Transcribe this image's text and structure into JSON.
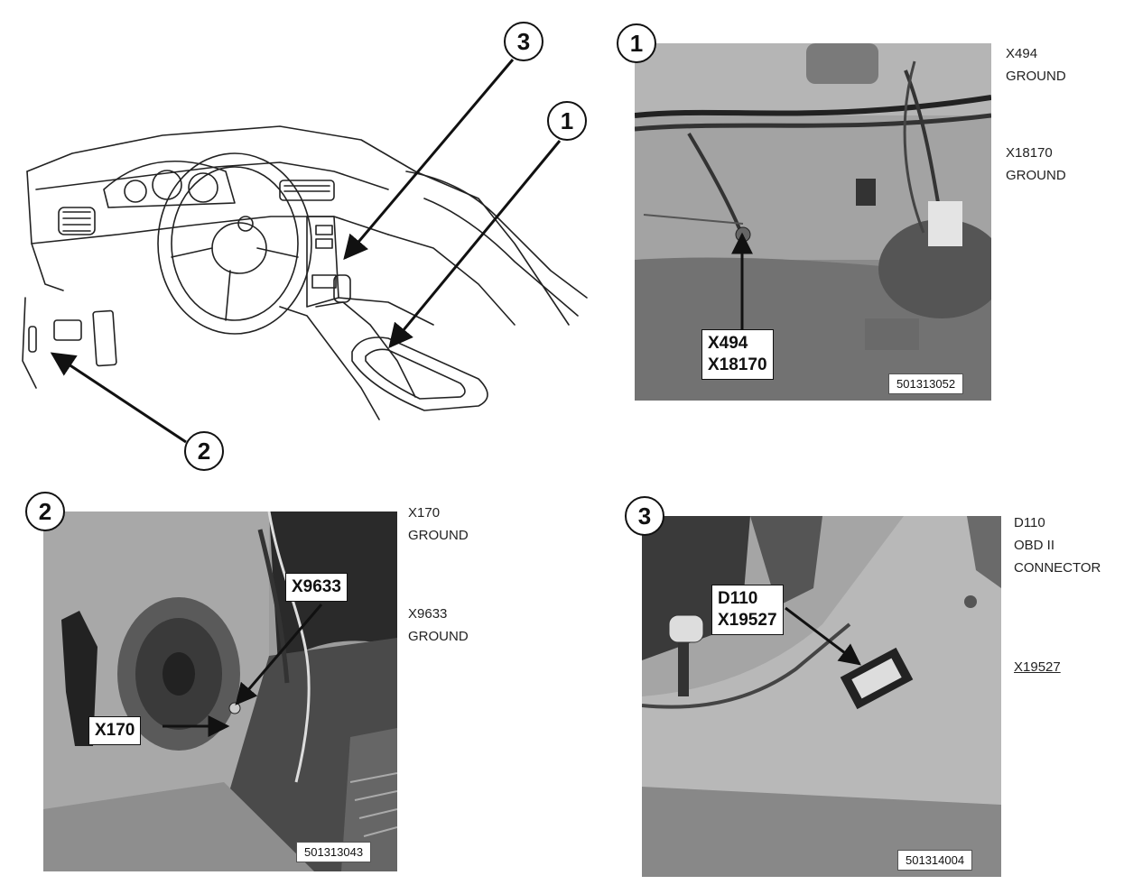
{
  "overview": {
    "callouts": [
      "3",
      "1",
      "2"
    ]
  },
  "panels": [
    {
      "number": "1",
      "side_labels": [
        "X494\nGROUND",
        "X18170\nGROUND"
      ],
      "box_label": "X494\nX18170",
      "code": "501313052"
    },
    {
      "number": "2",
      "side_labels": [
        "X170\nGROUND",
        "X9633\nGROUND"
      ],
      "box_labels": [
        "X9633",
        "X170"
      ],
      "code": "501313043"
    },
    {
      "number": "3",
      "side_labels": [
        "D110\nOBD II\nCONNECTOR",
        "X19527"
      ],
      "box_label": "D110\nX19527",
      "code": "501314004"
    }
  ]
}
